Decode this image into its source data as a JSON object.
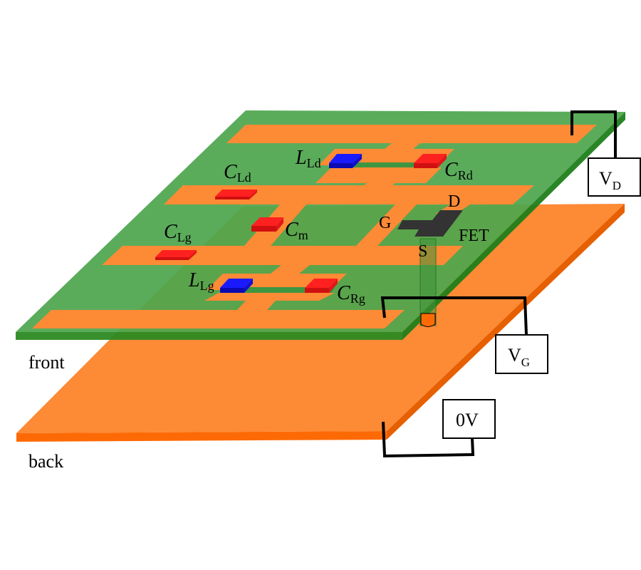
{
  "colors": {
    "pcb_green": "#4ea64f",
    "pcb_green_edge": "#1f7e1a",
    "copper": "#fd8a35",
    "copper_edge": "#e0620a",
    "back_edge": "#fd6a05",
    "capacitor": "#ff2020",
    "capacitor_side": "#d01010",
    "inductor": "#1a1aff",
    "inductor_side": "#0a0ab0",
    "fet": "#333333",
    "wire": "#000000",
    "background": "#ffffff"
  },
  "layers": {
    "front": "front",
    "back": "back"
  },
  "components": {
    "L_Ld": {
      "main": "L",
      "sub": "Ld"
    },
    "C_Rd": {
      "main": "C",
      "sub": "Rd"
    },
    "C_Ld": {
      "main": "C",
      "sub": "Ld"
    },
    "C_m": {
      "main": "C",
      "sub": "m"
    },
    "C_Lg": {
      "main": "C",
      "sub": "Lg"
    },
    "L_Lg": {
      "main": "L",
      "sub": "Lg"
    },
    "C_Rg": {
      "main": "C",
      "sub": "Rg"
    }
  },
  "fet": {
    "label": "FET",
    "gate": "G",
    "drain": "D",
    "source": "S"
  },
  "sources": {
    "vd": {
      "main": "V",
      "sub": "D"
    },
    "vg": {
      "main": "V",
      "sub": "G"
    },
    "ground": "0V"
  }
}
